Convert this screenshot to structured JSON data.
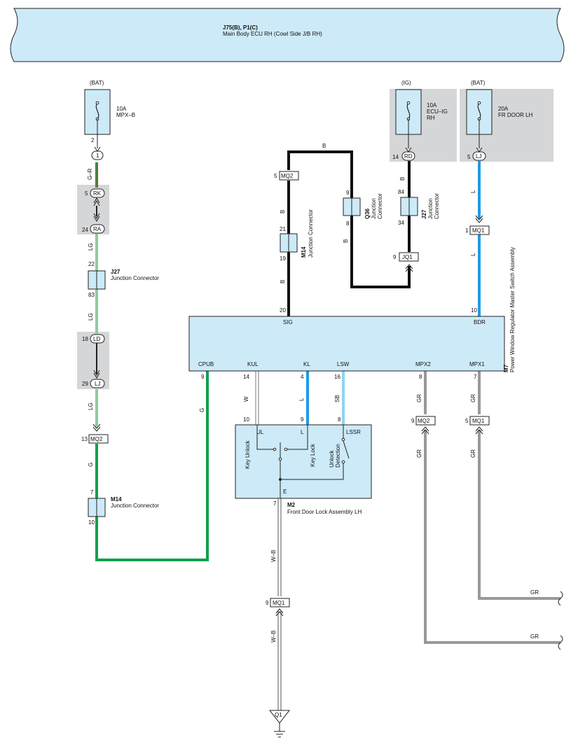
{
  "ecu": {
    "code": "J75(B), P1(C)",
    "name": "Main Body ECU RH (Cowl Side J/B RH)"
  },
  "fuses": [
    {
      "supply": "(BAT)",
      "rating": "10A",
      "name": "MPX–B",
      "name2": "",
      "pin": "2",
      "conn": "1"
    },
    {
      "supply": "(IG)",
      "rating": "10A",
      "name": "ECU–IG",
      "name2": "RH",
      "pin": "14",
      "conn": "RD"
    },
    {
      "supply": "(BAT)",
      "rating": "20A",
      "name": "FR DOOR LH",
      "name2": "",
      "pin": "5",
      "conn": "LJ"
    }
  ],
  "left_circuit": {
    "wire_top": "G–R",
    "rk": {
      "pin": "5",
      "label": "RK"
    },
    "ra": {
      "pin": "24",
      "label": "RA"
    },
    "wire_lg1": "LG",
    "j27": {
      "code": "J27",
      "name": "Junction Connector",
      "pin_top": "22",
      "pin_bottom": "83"
    },
    "wire_lg2": "LG",
    "ld": {
      "pin": "18",
      "label": "LD"
    },
    "lj": {
      "pin": "29",
      "label": "LJ"
    },
    "wire_lg3": "LG",
    "mq2": {
      "pin": "13",
      "label": "MQ2"
    },
    "wire_g": "G",
    "m14": {
      "code": "M14",
      "name": "Junction Connector",
      "pin_top": "7",
      "pin_bottom": "10"
    }
  },
  "center_circuit": {
    "mq2": {
      "pin": "5",
      "label": "MQ2"
    },
    "wire_b_top": "B",
    "wire_b1": "B",
    "m14": {
      "code": "M14",
      "name": "Junction Connector",
      "pin_top": "21",
      "pin_bottom": "19"
    },
    "wire_b2": "B",
    "q36": {
      "code": "Q36",
      "name_line1": "Junction",
      "name_line2": "Connector",
      "pin_top": "9",
      "pin_bottom": "8"
    },
    "wire_b_q36": "B",
    "j27": {
      "code": "J27",
      "name_line1": "Junction",
      "name_line2": "Connector",
      "pin_top": "84",
      "pin_bottom": "34"
    },
    "wire_b_j27": "B",
    "jq1": {
      "pin": "9",
      "label": "JQ1"
    }
  },
  "right_circuit": {
    "wire_l1": "L",
    "mq1": {
      "pin": "1",
      "label": "MQ1"
    },
    "wire_l2": "L"
  },
  "m7": {
    "code": "M7",
    "name": "Power Window Regulator Master Switch Assembly",
    "pins": [
      {
        "label": "SIG",
        "number": "20"
      },
      {
        "label": "BDR",
        "number": "10"
      },
      {
        "label": "CPUB",
        "number": "9"
      },
      {
        "label": "KUL",
        "number": "14"
      },
      {
        "label": "KL",
        "number": "4"
      },
      {
        "label": "LSW",
        "number": "16"
      },
      {
        "label": "MPX2",
        "number": "8"
      },
      {
        "label": "MPX1",
        "number": "7"
      }
    ]
  },
  "mid_wires": {
    "cpub": "G",
    "kul": "W",
    "kl": "L",
    "lsw": "SB",
    "mpx2": "GR",
    "mpx1": "GR"
  },
  "m2": {
    "code": "M2",
    "name": "Front Door Lock Assembly LH",
    "pins": [
      {
        "label": "UL",
        "number": "10"
      },
      {
        "label": "L",
        "number": "9"
      },
      {
        "label": "LSSR",
        "number": "8"
      },
      {
        "label": "E",
        "number": "7"
      }
    ],
    "switches": {
      "key_unlock": "Key Unlock",
      "key_lock": "Key Lock",
      "unlock_det_1": "Unlock",
      "unlock_det_2": "Detection"
    }
  },
  "ground": {
    "wire_wb1": "W–B",
    "mq1": {
      "pin": "9",
      "label": "MQ1"
    },
    "wire_wb2": "W–B",
    "symbol": "Q1"
  },
  "mpx_lines": {
    "mpx2_mq2": {
      "pin": "9",
      "label": "MQ2"
    },
    "mpx1_mq1": {
      "pin": "5",
      "label": "MQ1"
    },
    "wire_mpx2": "GR",
    "wire_mpx1": "GR",
    "exit_upper": "GR",
    "exit_lower": "GR"
  },
  "colors": {
    "ecu_fill": "#cdeaf8",
    "gray_bg": "#d5d6d8",
    "wire_black": "#111111",
    "wire_blue": "#1e9be6",
    "wire_light_blue": "#8fd3f5",
    "wire_light_green": "#8dcc9d",
    "wire_green": "#12a04e",
    "wire_gray": "#999999",
    "wire_red": "#d9362b"
  }
}
